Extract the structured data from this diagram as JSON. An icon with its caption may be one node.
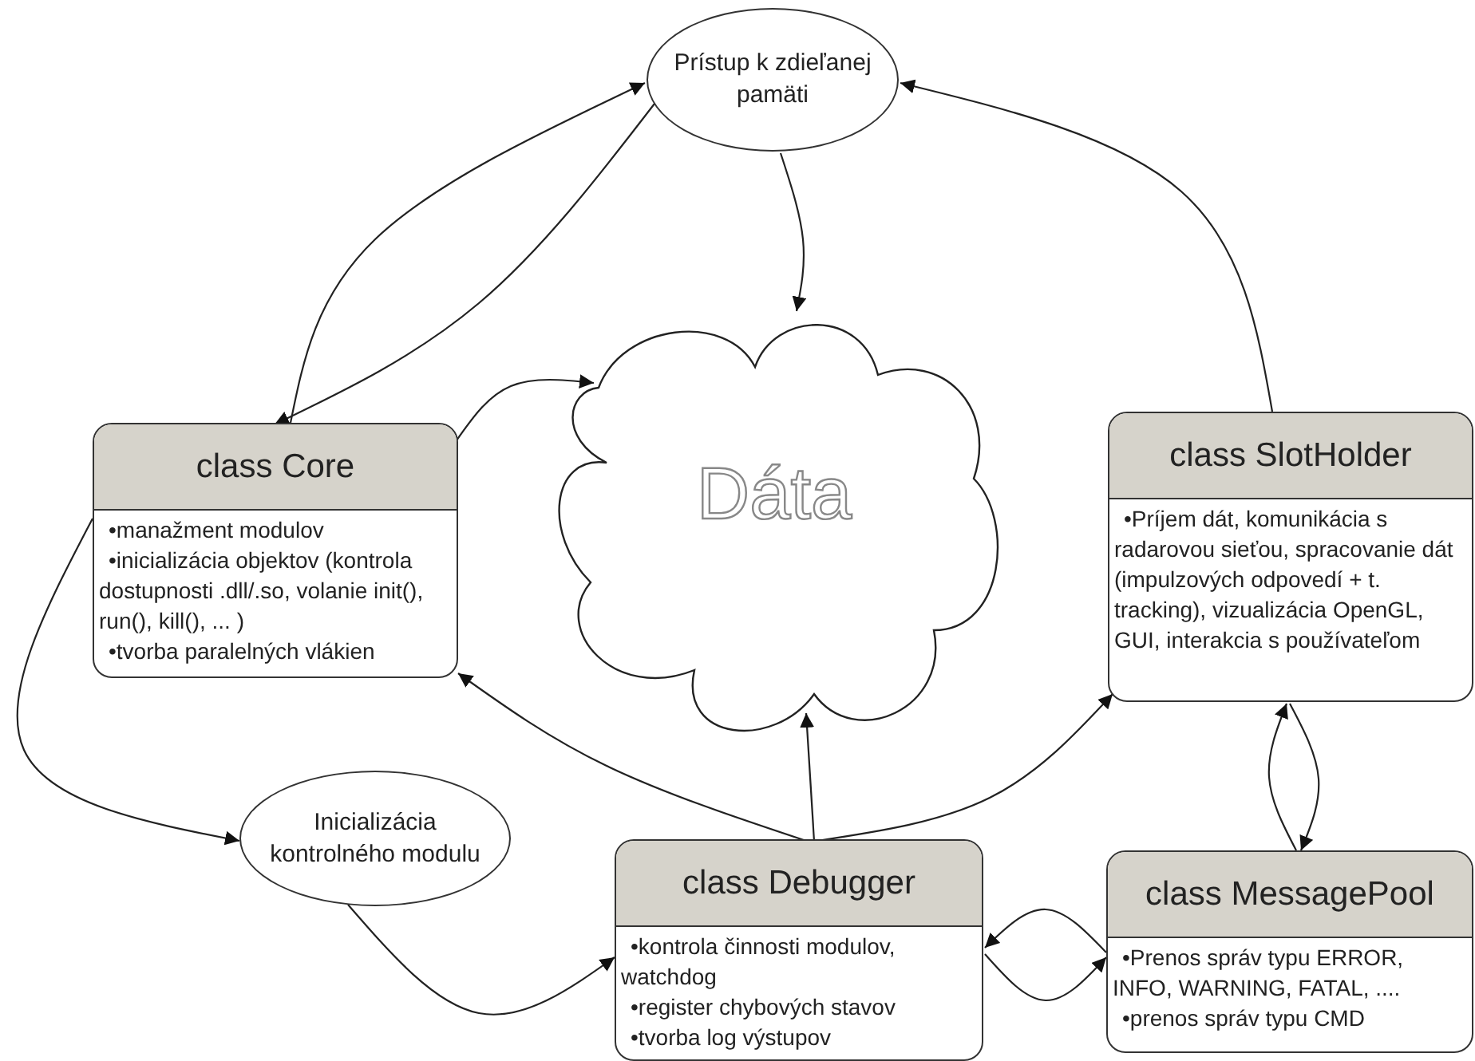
{
  "diagram": {
    "nodes": [
      {
        "text": [
          "Prístup k zdieľanej pamäti"
        ]
      },
      {
        "text": [
          "Dáta"
        ]
      },
      {
        "text": [
          "class Core",
          "•manažment modulov",
          "•inicializácia objektov (kontrola dostupnosti .dll/.so, volanie init(), run(), kill(), ... )",
          "•tvorba paralelných vlákien"
        ]
      },
      {
        "text": [
          "class SlotHolder",
          "•Príjem dát, komunikácia s radarovou sieťou, spracovanie dát (impulzových odpovedí + t. tracking), vizualizácia OpenGL, GUI, interakcia s používateľom"
        ]
      },
      {
        "text": [
          "Inicializácia kontrolného modulu"
        ]
      },
      {
        "text": [
          "class Debugger",
          "•kontrola činnosti modulov, watchdog",
          "•register chybových stavov",
          "•tvorba log výstupov"
        ]
      },
      {
        "text": [
          "class MessagePool",
          "•Prenos správ typu ERROR, INFO, WARNING, FATAL, ....",
          "•prenos správ typu CMD"
        ]
      }
    ],
    "edges": [
      {
        "from": 2,
        "to": 0,
        "arrow": "to"
      },
      {
        "from": 0,
        "to": 2,
        "arrow": "to"
      },
      {
        "from": 2,
        "to": 1,
        "arrow": "to"
      },
      {
        "from": 0,
        "to": 1,
        "arrow": "to"
      },
      {
        "from": 3,
        "to": 0,
        "arrow": "to"
      },
      {
        "from": 2,
        "to": 4,
        "arrow": "to"
      },
      {
        "from": 4,
        "to": 5,
        "arrow": "to"
      },
      {
        "from": 5,
        "to": 2,
        "arrow": "to"
      },
      {
        "from": 5,
        "to": 1,
        "arrow": "to"
      },
      {
        "from": 5,
        "to": 3,
        "arrow": "to"
      },
      {
        "from": 6,
        "to": 3,
        "arrow": "to"
      },
      {
        "from": 3,
        "to": 6,
        "arrow": "to"
      },
      {
        "from": 6,
        "to": 5,
        "arrow": "to"
      },
      {
        "from": 5,
        "to": 6,
        "arrow": "to"
      }
    ]
  }
}
